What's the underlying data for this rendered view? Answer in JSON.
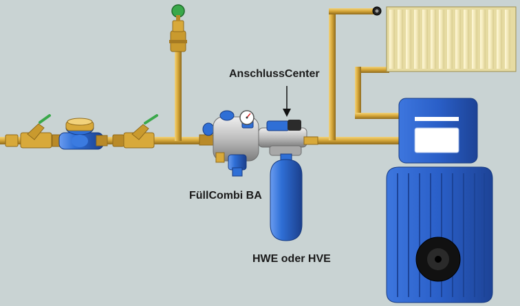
{
  "labels": {
    "anschluss_center": "AnschlussCenter",
    "fuellcombi": "FüllCombi BA",
    "hwe_hve": "HWE oder HVE"
  },
  "colors": {
    "background": "#c9d3d3",
    "pipe_brass": "#d8a93a",
    "pipe_shadow": "#9a7420",
    "meter_blue": "#2f6fd6",
    "boiler_blue": "#2a5fc8",
    "valve_green": "#3aa84a",
    "radiator": "#f2e8b8"
  },
  "icons": [
    "valve-icon",
    "water-meter-icon",
    "pressure-gauge-icon",
    "arrow-down-icon"
  ]
}
